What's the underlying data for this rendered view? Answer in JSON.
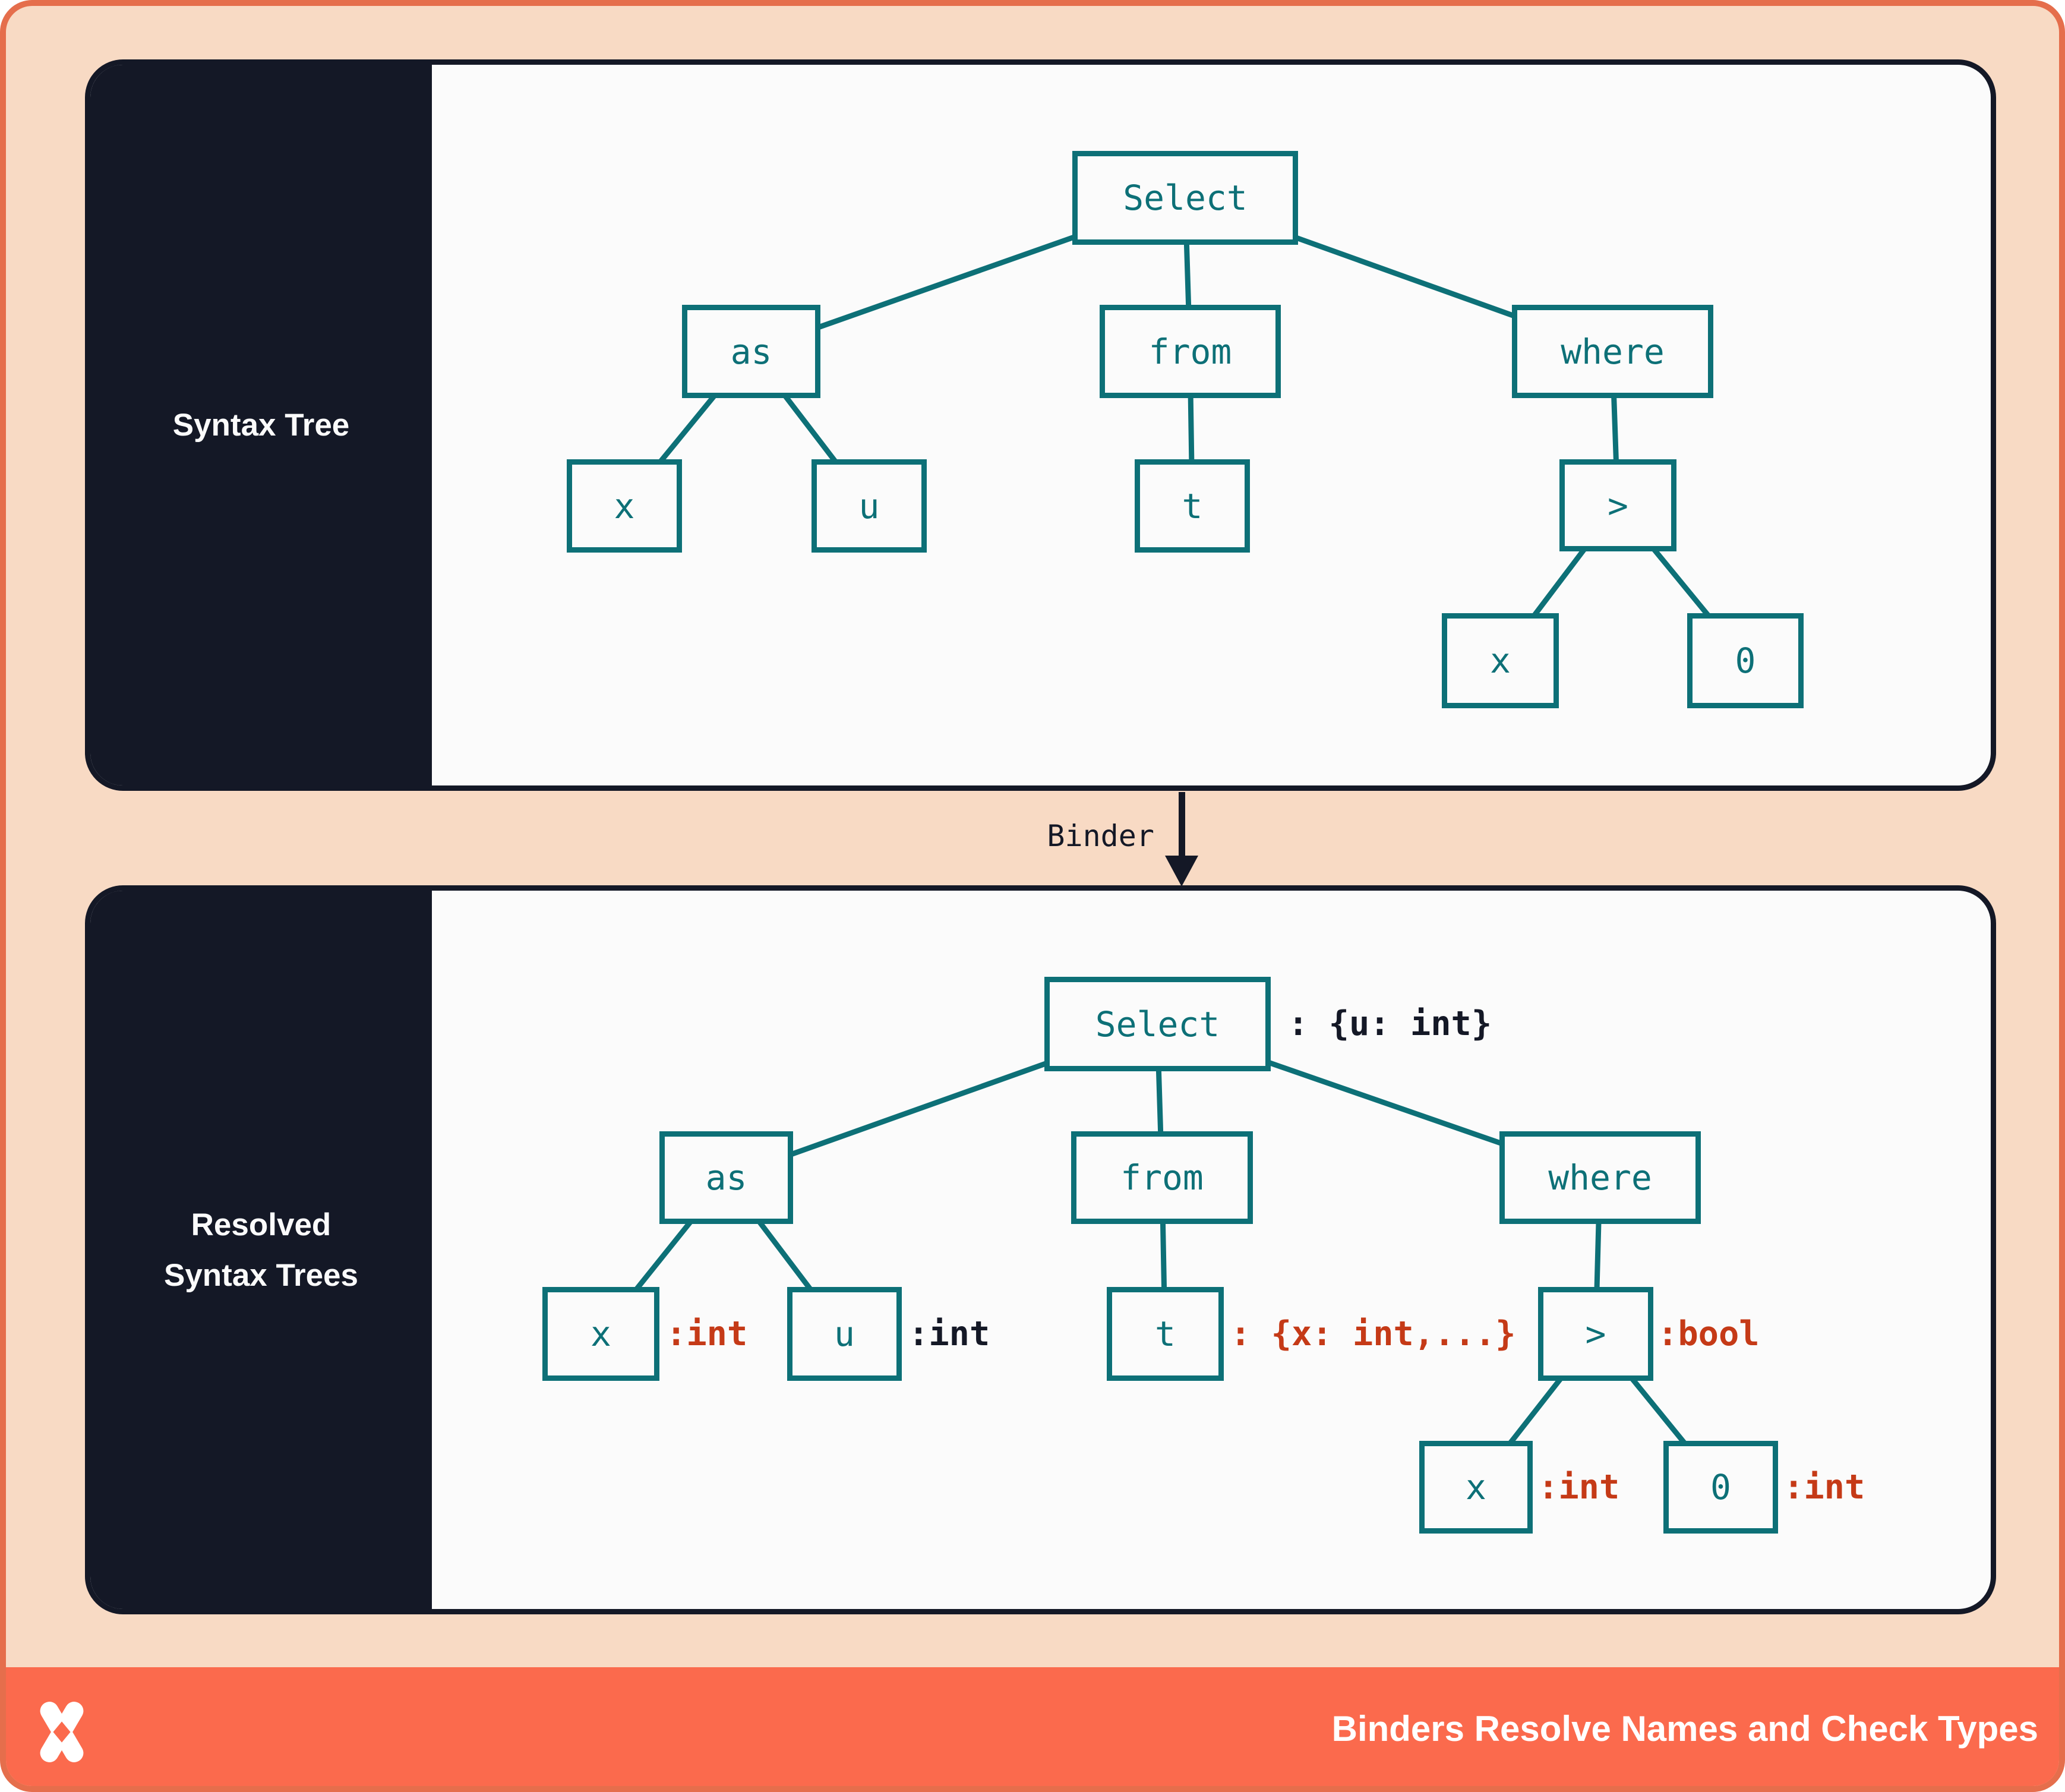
{
  "colors": {
    "outer_border_coral": "#E56E4C",
    "peach_background": "#F8DAC4",
    "footer_coral": "#FB6A4D",
    "panel_background": "#FBFBFB",
    "dark_navy": "#141826",
    "node_teal": "#0D7077",
    "annotation_red": "#C53A17",
    "label_white": "#FFFFFF"
  },
  "top_panel": {
    "label": "Syntax Tree"
  },
  "bottom_panel": {
    "label_line1": "Resolved",
    "label_line2": "Syntax Trees"
  },
  "binder": {
    "label": "Binder",
    "arrow_icon": "down-arrow-icon"
  },
  "syntax_tree": {
    "select": "Select",
    "as": "as",
    "from": "from",
    "where": "where",
    "x_left": "x",
    "u": "u",
    "t": "t",
    "gt": ">",
    "x_right": "x",
    "zero": "0"
  },
  "resolved_tree": {
    "select": {
      "label": "Select",
      "type": ": {u: int}",
      "tone": "dark"
    },
    "as": {
      "label": "as"
    },
    "from": {
      "label": "from"
    },
    "where": {
      "label": "where"
    },
    "x_left": {
      "label": "x",
      "type": ":int",
      "tone": "red"
    },
    "u": {
      "label": "u",
      "type": ":int",
      "tone": "dark"
    },
    "t": {
      "label": "t",
      "type": ": {x: int,...}",
      "tone": "red"
    },
    "gt": {
      "label": ">",
      "type": ":bool",
      "tone": "red"
    },
    "x_right": {
      "label": "x",
      "type": ":int",
      "tone": "red"
    },
    "zero": {
      "label": "0",
      "type": ":int",
      "tone": "red"
    }
  },
  "footer": {
    "title": "Binders Resolve Names and Check Types",
    "logo": "xata-logo"
  }
}
